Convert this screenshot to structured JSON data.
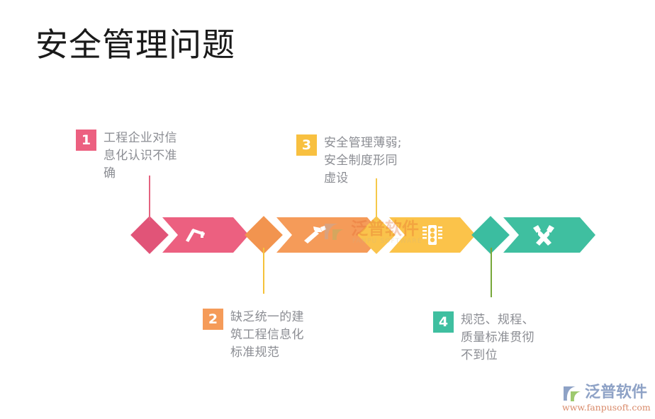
{
  "slide": {
    "title": "安全管理问题",
    "background_color": "#ffffff"
  },
  "process_band": {
    "steps": [
      {
        "index": 1,
        "color": "#EC6080",
        "diamond_color": "#E15478",
        "icon": "crane-icon"
      },
      {
        "index": 2,
        "color": "#F59B59",
        "diamond_color": "#F2944F",
        "icon": "hammer-icon"
      },
      {
        "index": 3,
        "color": "#FBC34A",
        "diamond_color": "#FAC34C",
        "icon": "traffic-light-icon"
      },
      {
        "index": 4,
        "color": "#3FBFA0",
        "diamond_color": "#3BBDA0",
        "icon": "crossed-hammers-icon"
      }
    ]
  },
  "callouts": [
    {
      "number": "1",
      "badge_color": "#EC6080",
      "line_color": "#E4637F",
      "text": "工程企业对信\n息化认识不准\n确",
      "position": "above"
    },
    {
      "number": "2",
      "badge_color": "#F59B59",
      "line_color": "#F5C23A",
      "text": "缺乏统一的建\n筑工程信息化\n标准规范",
      "position": "below"
    },
    {
      "number": "3",
      "badge_color": "#F8C040",
      "line_color": "#F6C84A",
      "text": "安全管理薄弱;\n安全制度形同\n虚设",
      "position": "above"
    },
    {
      "number": "4",
      "badge_color": "#3FBFA0",
      "line_color": "#77A83A",
      "text": "规范、规程、\n质量标准贯彻\n不到位",
      "position": "below"
    }
  ],
  "center_watermark": {
    "cn": "泛普软件",
    "en": "FANPU SOFTWARE"
  },
  "corner_logo": {
    "cn": "泛普软件",
    "url": "www.fanpusoft.com"
  }
}
